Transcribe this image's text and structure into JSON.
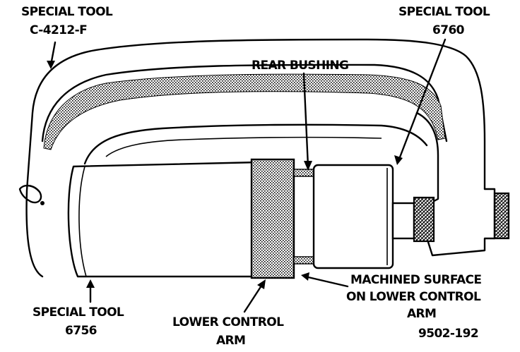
{
  "labels": {
    "special_tool_c4212f_line1": "SPECIAL TOOL",
    "special_tool_c4212f_line2": "C-4212-F",
    "special_tool_6760_line1": "SPECIAL TOOL",
    "special_tool_6760_line2": "6760",
    "rear_bushing": "REAR BUSHING",
    "machined_surface_line1": "MACHINED SURFACE",
    "machined_surface_line2": "ON LOWER CONTROL",
    "machined_surface_line3": "ARM",
    "special_tool_6756_line1": "SPECIAL TOOL",
    "special_tool_6756_line2": "6756",
    "lower_control_arm_line1": "LOWER CONTROL",
    "lower_control_arm_line2": "ARM"
  },
  "figure_id": "9502-192",
  "colors": {
    "ink": "#000000",
    "paper": "#ffffff",
    "shade": "#7a7a7a"
  }
}
